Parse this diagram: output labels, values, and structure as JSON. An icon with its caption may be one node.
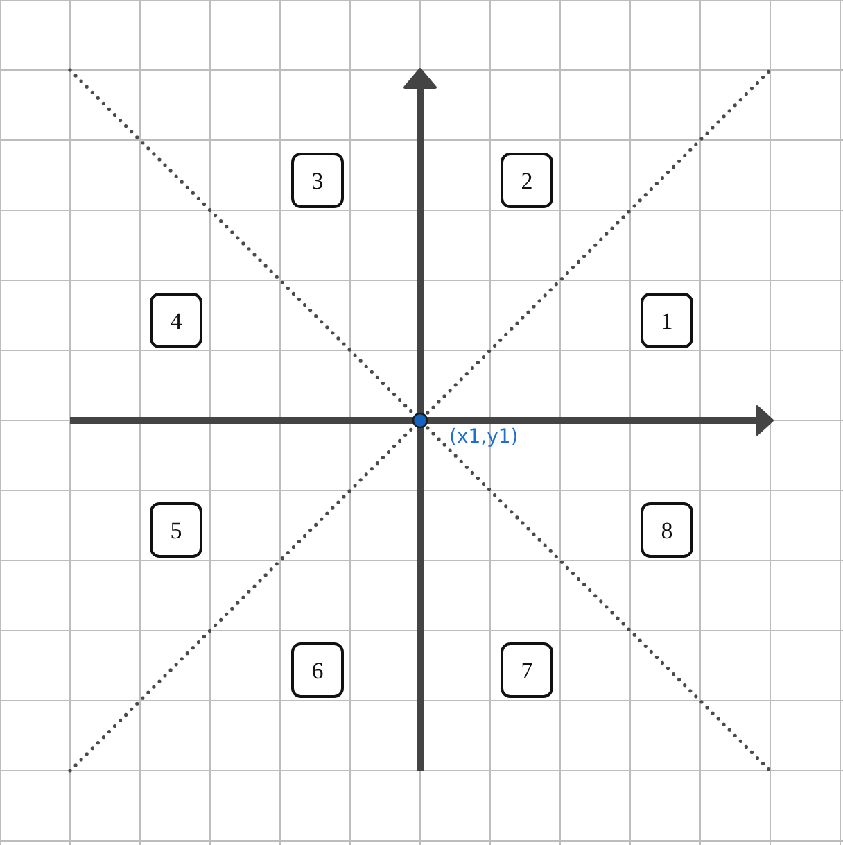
{
  "diagram": {
    "nodes": [
      {
        "text": [
          "3"
        ]
      },
      {
        "text": [
          "2"
        ]
      },
      {
        "text": [
          "4"
        ]
      },
      {
        "text": [
          "1"
        ]
      },
      {
        "text": [
          "5"
        ]
      },
      {
        "text": [
          "8"
        ]
      },
      {
        "text": [
          "6"
        ]
      },
      {
        "text": [
          "7"
        ]
      }
    ],
    "labels": [
      "(x1,y1)"
    ]
  }
}
